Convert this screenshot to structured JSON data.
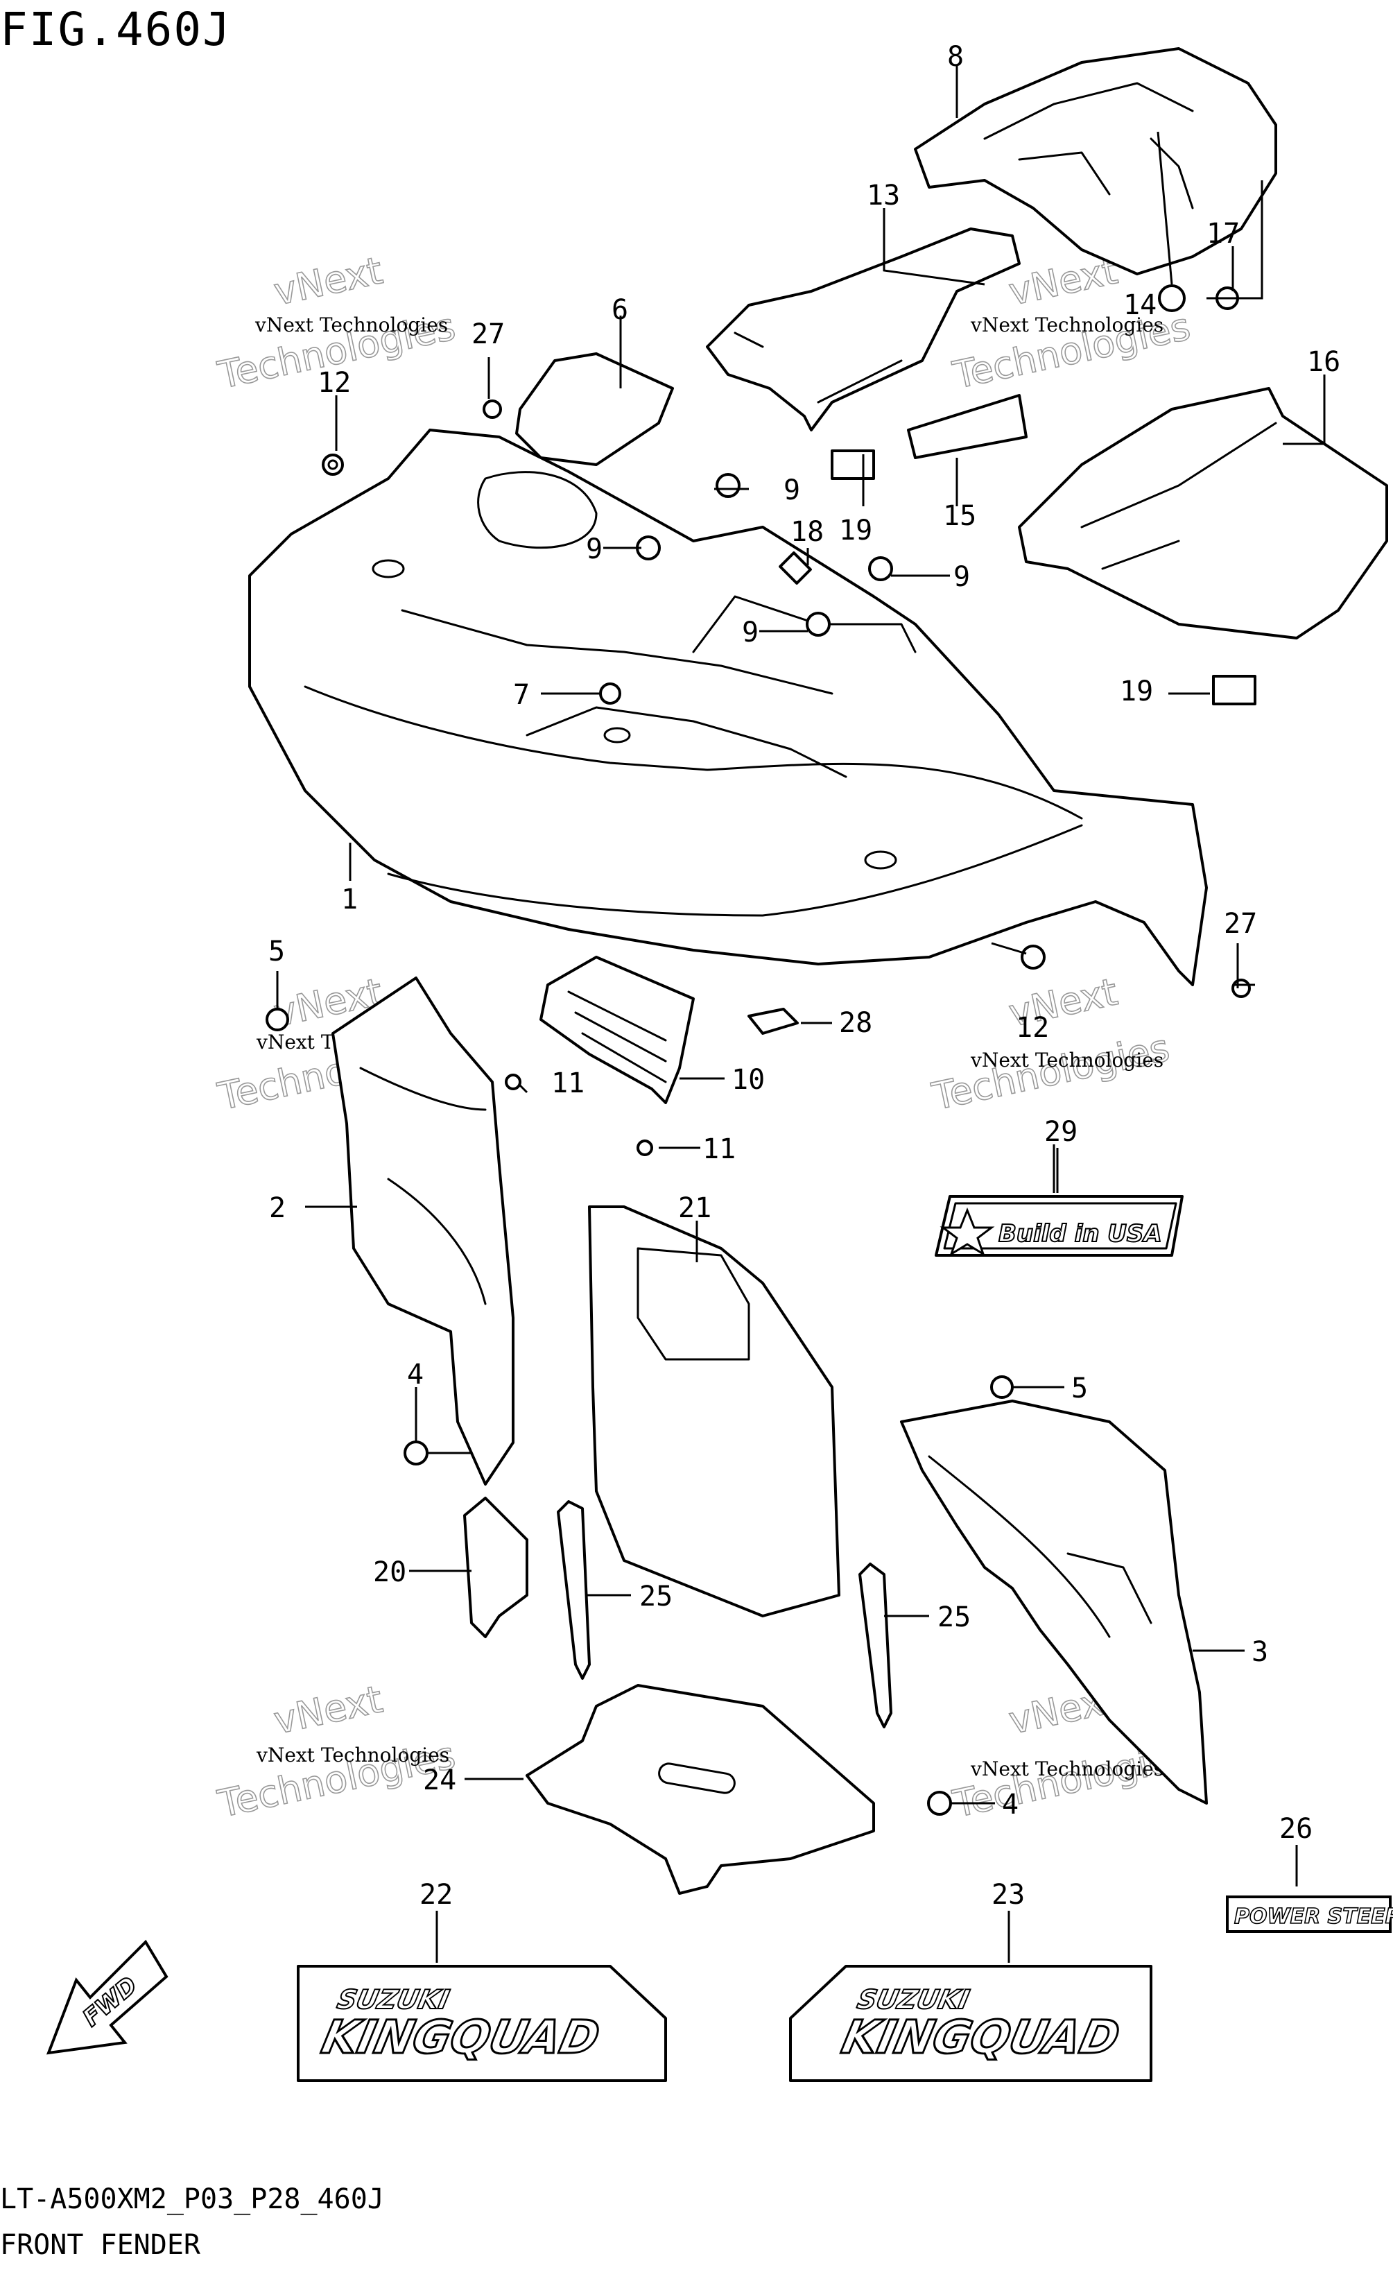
{
  "figure": {
    "title": "FIG.460J",
    "code": "LT-A500XM2_P03_P28_460J",
    "name": "FRONT FENDER"
  },
  "callouts": {
    "c1": "1",
    "c2": "2",
    "c3": "3",
    "c4a": "4",
    "c4b": "4",
    "c5a": "5",
    "c5b": "5",
    "c6": "6",
    "c7": "7",
    "c8": "8",
    "c9a": "9",
    "c9b": "9",
    "c9c": "9",
    "c9d": "9",
    "c10": "10",
    "c11a": "11",
    "c11b": "11",
    "c12a": "12",
    "c12b": "12",
    "c13": "13",
    "c14": "14",
    "c15": "15",
    "c16": "16",
    "c17": "17",
    "c18": "18",
    "c19a": "19",
    "c19b": "19",
    "c20": "20",
    "c21": "21",
    "c22": "22",
    "c23": "23",
    "c24": "24",
    "c25a": "25",
    "c25b": "25",
    "c26": "26",
    "c27a": "27",
    "c27b": "27",
    "c28": "28",
    "c29": "29"
  },
  "watermark": {
    "line1": "vNext Technologies",
    "line2": "vNext",
    "line3": "Technologies"
  },
  "decals": {
    "build": "Build in USA",
    "power": "POWER STEERING",
    "brand": "SUZUKI",
    "model": "KINGQUAD",
    "fwd": "FWD"
  }
}
